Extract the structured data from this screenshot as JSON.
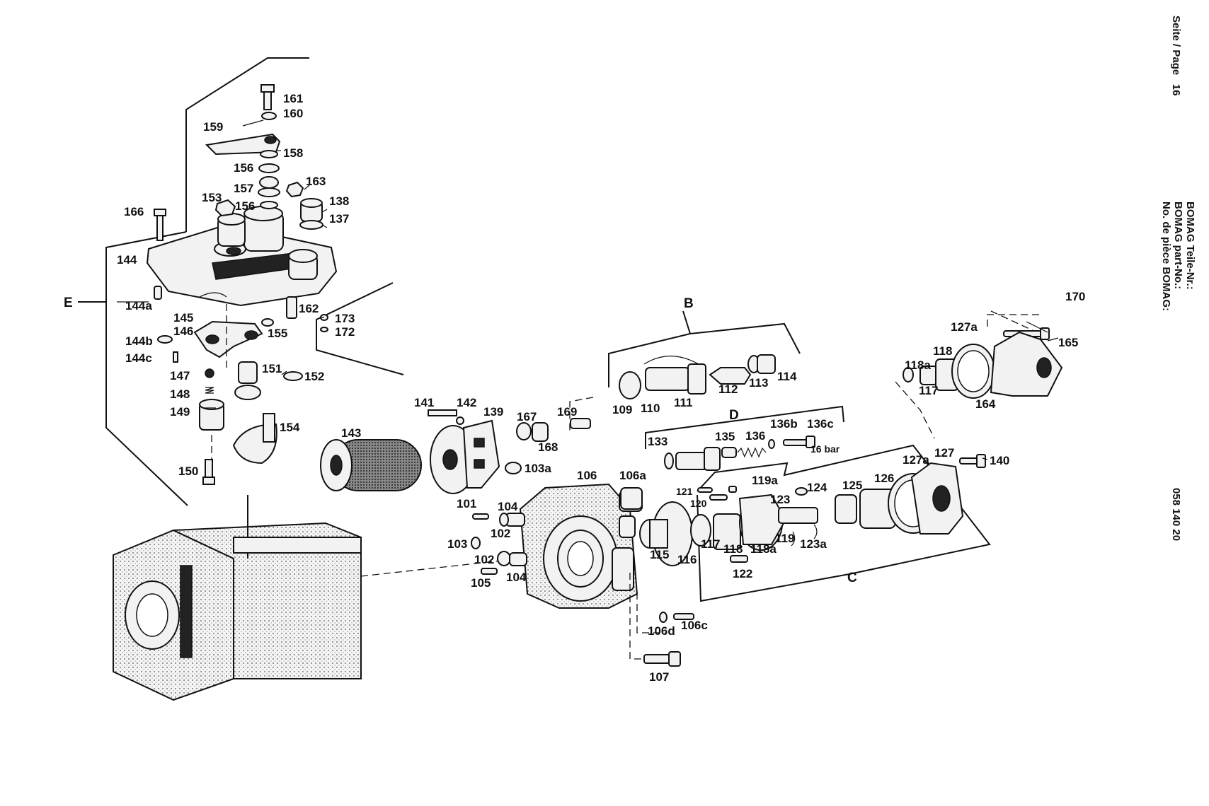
{
  "header": {
    "page_label": "Seite / Page",
    "page_number": "16",
    "part_no_lines": [
      "BOMAG Teile-Nr.:",
      "BOMAG part-No.:",
      "No. de pièce BOMAG:"
    ],
    "part_no_value": "058 140 20"
  },
  "groups": [
    "B",
    "C",
    "D",
    "E"
  ],
  "pressure_note": "16 bar",
  "labels": {
    "l161": "161",
    "l160": "160",
    "l159": "159",
    "l158": "158",
    "l156": "156",
    "l157": "157",
    "l163": "163",
    "l153": "153",
    "l156b": "156",
    "l138": "138",
    "l137": "137",
    "l166": "166",
    "l144": "144",
    "l144a": "144a",
    "l145": "145",
    "l146": "146",
    "l162": "162",
    "l155": "155",
    "l173": "173",
    "l172": "172",
    "l144b": "144b",
    "l144c": "144c",
    "l151": "151",
    "l152": "152",
    "l147": "147",
    "l148": "148",
    "l149": "149",
    "l154": "154",
    "l150": "150",
    "l143": "143",
    "l141": "141",
    "l142": "142",
    "l139": "139",
    "l167": "167",
    "l168": "168",
    "l169": "169",
    "l103a": "103a",
    "l106": "106",
    "l106a": "106a",
    "l101": "101",
    "l104a": "104",
    "l102a": "102",
    "l103": "103",
    "l102b": "102",
    "l104b": "104",
    "l105": "105",
    "l109": "109",
    "l110": "110",
    "l111": "111",
    "l112": "112",
    "l113": "113",
    "l114": "114",
    "l133": "133",
    "l135": "135",
    "l136": "136",
    "l136b": "136b",
    "l136c": "136c",
    "l121": "121",
    "l120": "120",
    "l119a": "119a",
    "l123": "123",
    "l124": "124",
    "l125": "125",
    "l126": "126",
    "l127a": "127a",
    "l127": "127",
    "l140": "140",
    "l115": "115",
    "l116": "116",
    "l117": "117",
    "l118": "118",
    "l118a": "118a",
    "l119": "119",
    "l123a": "123a",
    "l122": "122",
    "l106d": "106d",
    "l106c": "106c",
    "l107": "107",
    "l170": "170",
    "l127a2": "127a",
    "l165": "165",
    "l118b": "118",
    "l118a2": "118a",
    "l117b": "117",
    "l164": "164"
  }
}
